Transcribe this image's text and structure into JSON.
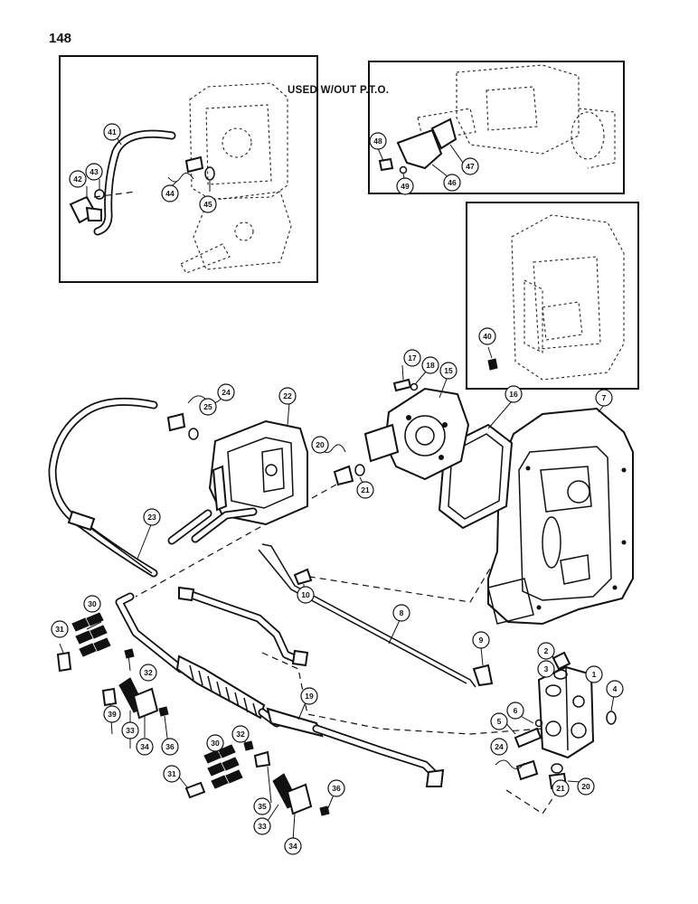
{
  "page": {
    "number": "148"
  },
  "note": {
    "text": "USED W/OUT P.T.O."
  },
  "callouts": {
    "c1": "1",
    "c2": "2",
    "c3": "3",
    "c4": "4",
    "c5": "5",
    "c6": "6",
    "c7": "7",
    "c8": "8",
    "c9": "9",
    "c10": "10",
    "c15": "15",
    "c16": "16",
    "c17": "17",
    "c18": "18",
    "c19": "19",
    "c20a": "20",
    "c20b": "20",
    "c21a": "21",
    "c21b": "21",
    "c22": "22",
    "c23": "23",
    "c24a": "24",
    "c24b": "24",
    "c25": "25",
    "c30a": "30",
    "c30b": "30",
    "c31a": "31",
    "c31b": "31",
    "c32a": "32",
    "c32b": "32",
    "c33a": "33",
    "c33b": "33",
    "c34a": "34",
    "c34b": "34",
    "c35": "35",
    "c36a": "36",
    "c36b": "36",
    "c39": "39",
    "c40": "40",
    "c41": "41",
    "c42": "42",
    "c43": "43",
    "c44": "44",
    "c45": "45",
    "c46": "46",
    "c47": "47",
    "c48": "48",
    "c49": "49"
  }
}
